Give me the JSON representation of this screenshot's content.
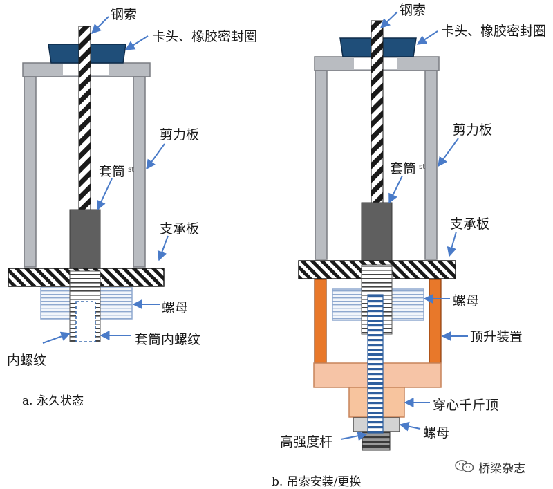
{
  "labels": {
    "a": {
      "cable": "钢索",
      "anchor_head": "卡头、橡胶密封圈",
      "shear_plate": "剪力板",
      "sleeve": "套筒",
      "support_plate": "支承板",
      "nut": "螺母",
      "sleeve_inner_thread": "套筒内螺纹",
      "inner_thread": "内螺纹",
      "stray_mark": "st"
    },
    "b": {
      "cable": "钢索",
      "anchor_head": "卡头、橡胶密封圈",
      "shear_plate": "剪力板",
      "sleeve": "套筒",
      "support_plate": "支承板",
      "nut": "螺母",
      "lifting_device": "顶升装置",
      "center_hole_jack": "穿心千斤顶",
      "high_strength_rod": "高强度杆",
      "nut2": "螺母",
      "stray_mark": "st"
    }
  },
  "captions": {
    "a": "a. 永久状态",
    "b": "b. 吊索安装/更换"
  },
  "watermark": {
    "text": "桥梁杂志",
    "icon": "wechat-icon"
  },
  "colors": {
    "anchor_head": "#1f4e79",
    "frame_gray": "#b9bcc1",
    "frame_edge": "#7a7d82",
    "sleeve": "#5f5f5f",
    "arrow": "#4a7bc8",
    "nut_fill": "#dfe8f3",
    "nut_line": "#8fa9cf",
    "thread_blue": "#3e6fb0",
    "jack_frame": "#e8782a",
    "jack_base": "#f6c4a6",
    "jack_body": "#f7c49e"
  }
}
